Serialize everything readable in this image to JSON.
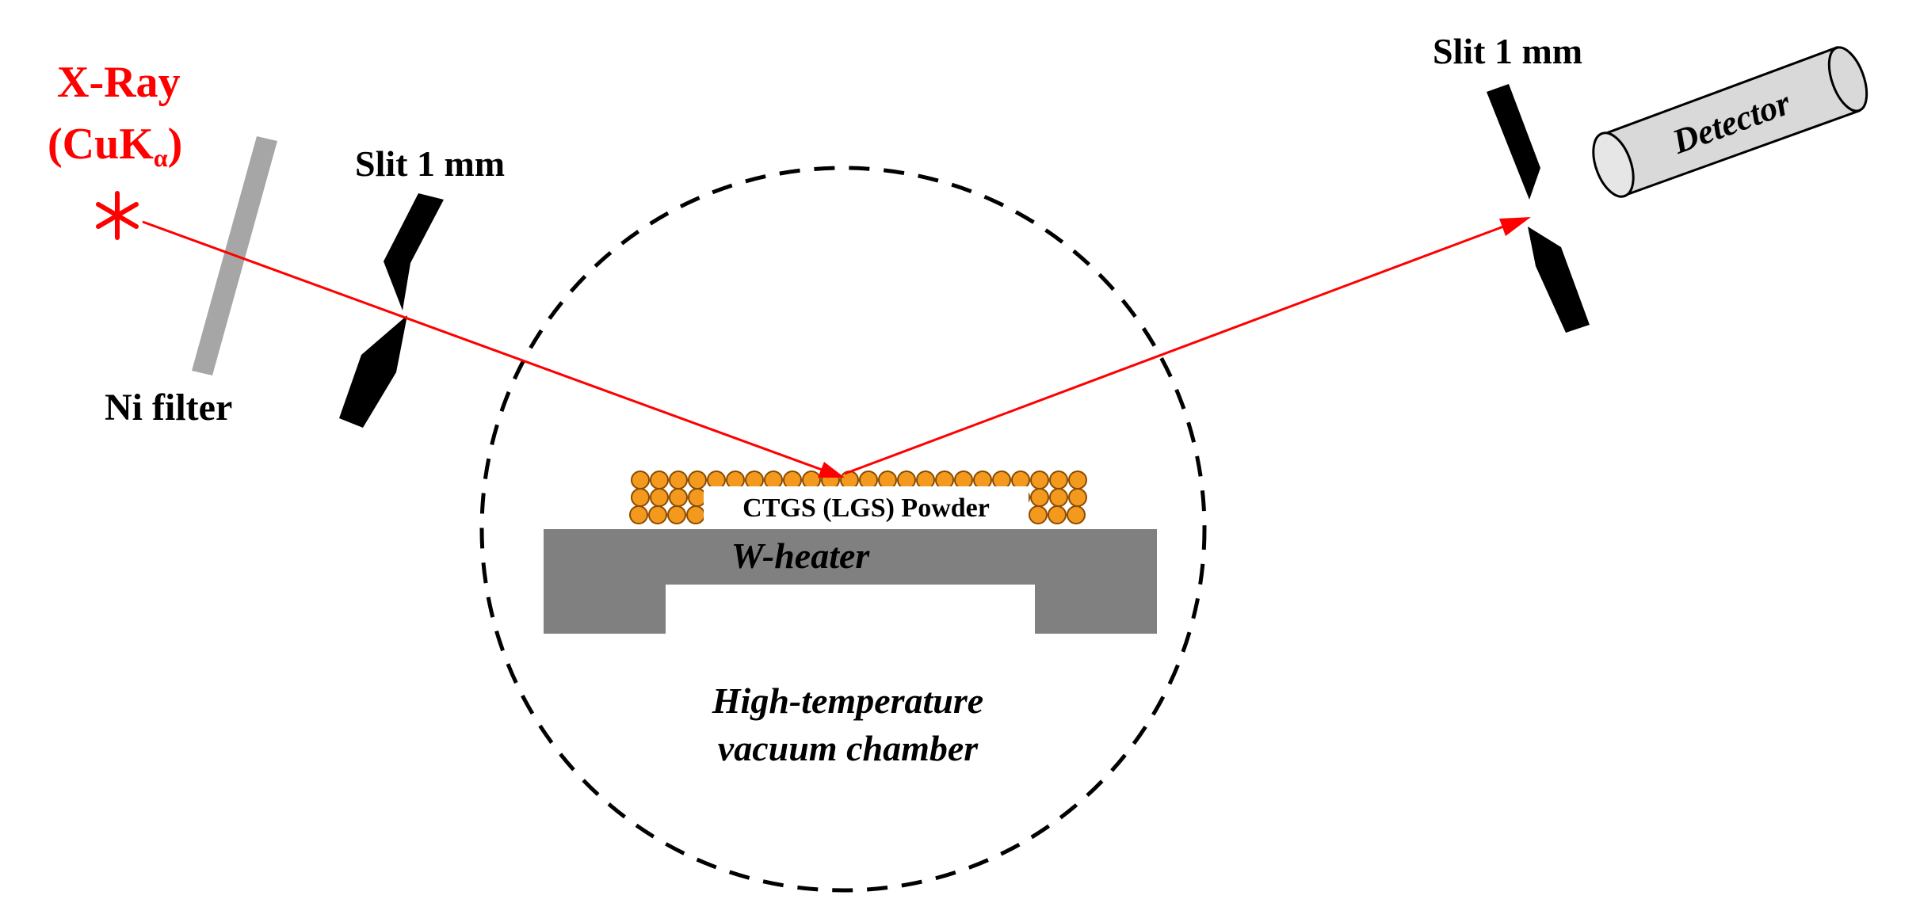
{
  "labels": {
    "source_title": "X-Ray",
    "source_sub_open": "(CuK",
    "source_sub_alpha": "α",
    "source_sub_close": ")",
    "ni_filter": "Ni filter",
    "slit_left": "Slit 1 mm",
    "slit_right": "Slit 1 mm",
    "detector": "Detector",
    "powder": "CTGS (LGS) Powder",
    "heater": "W-heater",
    "chamber_line1": "High-temperature",
    "chamber_line2": "vacuum chamber"
  },
  "colors": {
    "beam": "#ff0000",
    "powder": "#f39a1e",
    "heater": "#808080",
    "filter": "#a6a6a6",
    "detector": "#d9d9d9",
    "slit": "#000000"
  },
  "icons": {
    "source": "asterisk-star-icon"
  }
}
